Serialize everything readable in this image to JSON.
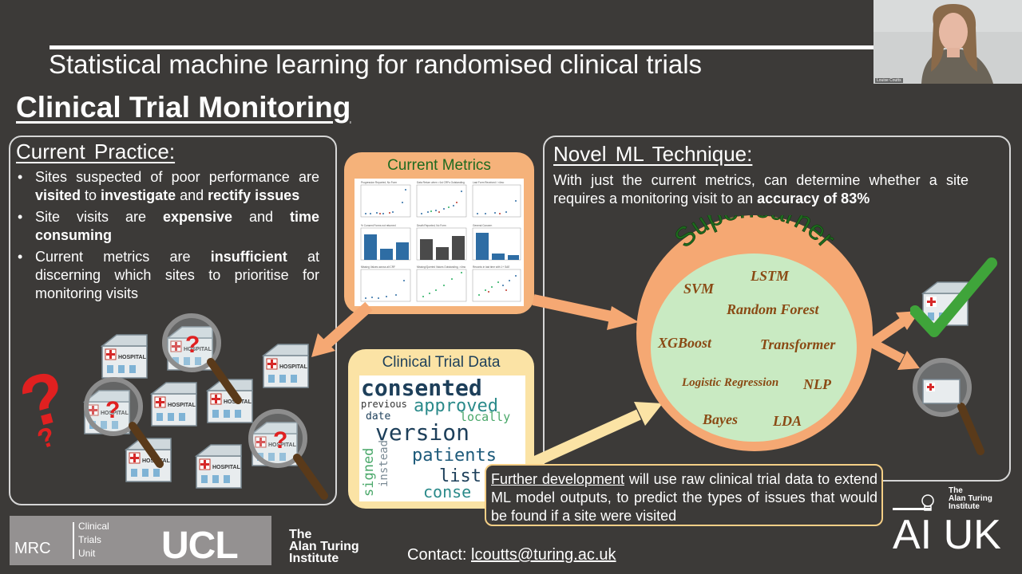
{
  "slide": {
    "title": "Statistical machine learning for randomised clinical trials",
    "section_title": "Clinical Trial Monitoring"
  },
  "current_practice": {
    "heading": "Current Practice:",
    "bullets": [
      "Sites suspected of poor performance are visited to investigate and rectify issues",
      "Site visits are expensive and time consuming",
      "Current metrics are insufficient at discerning which sites to prioritise for monitoring visits"
    ]
  },
  "current_metrics": {
    "title": "Current Metrics",
    "plot_titles": [
      "Progression Reported, No Form",
      "Data Return when >1st CRFs Outstanding",
      "Last Form Received / >4mo",
      "% Consent Forms not returned",
      "Death Reported, No Form",
      "General Concern",
      "Missing Values across all CRF",
      "Missing/Queried Values Outstanding, >4mo",
      "Records in last time with 1+ SAE"
    ]
  },
  "clinical_trial_data": {
    "title": "Clinical Trial Data",
    "words": [
      "consented",
      "previous",
      "approved",
      "date",
      "locally",
      "version",
      "signed",
      "instead",
      "patients",
      "list",
      "conse"
    ]
  },
  "novel_ml": {
    "heading": "Novel ML Technique:",
    "description": "With just the current metrics, can determine whether a site requires a monitoring visit to an accuracy of 83%",
    "superlearner_label": "Superlearner",
    "methods": [
      "SVM",
      "LSTM",
      "Random Forest",
      "XGBoost",
      "Transformer",
      "Logistic Regression",
      "NLP",
      "Bayes",
      "LDA"
    ]
  },
  "further_development": {
    "lead": "Further development",
    "rest": " will use raw clinical trial data to extend ML model outputs, to predict the types of issues that would be found if a site were visited"
  },
  "hospital_label": "HOSPITAL",
  "footer": {
    "mrc": "MRC",
    "ctu": "Clinical\nTrials\nUnit",
    "ucl": "UCL",
    "turing": "The\nAlan Turing\nInstitute",
    "contact_label": "Contact:",
    "contact_email": "lcoutts@turing.ac.uk",
    "aiuk_turing": "The\nAlan Turing\nInstitute",
    "aiuk": "AI UK"
  },
  "webcam": {
    "caption": "Louise Coutts"
  },
  "colors": {
    "background": "#3c3a38",
    "metrics_box": "#f5b27a",
    "data_box": "#fbe3a5",
    "superlearner_outer": "#f5a873",
    "superlearner_inner": "#c9eac2",
    "method_text": "#8a4a14",
    "checkmark": "#3fa43a",
    "question_mark": "#e02020"
  }
}
